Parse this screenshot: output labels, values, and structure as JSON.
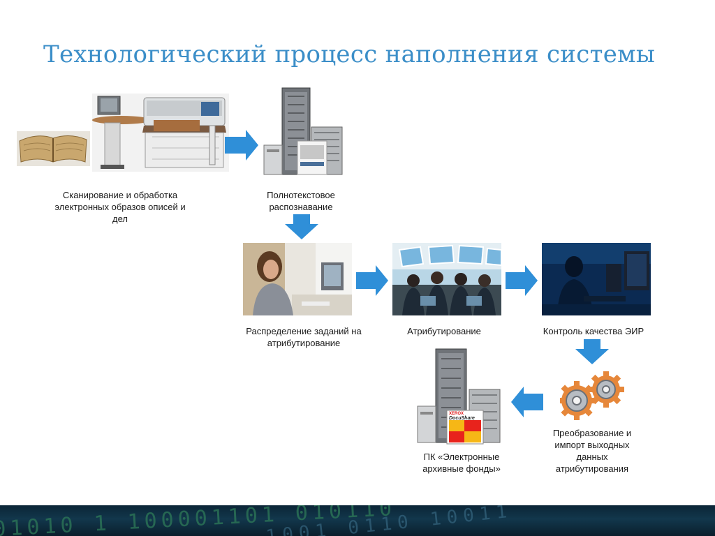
{
  "title": "Технологический процесс наполнения системы",
  "steps": [
    {
      "label": "Сканирование и обработка электронных образов описей и дел",
      "icon": "scanner-station-icon"
    },
    {
      "label": "Полнотекстовое распознавание",
      "icon": "recognition-server-icon"
    },
    {
      "label": "Распределение заданий на атрибутирование",
      "icon": "operator-at-computer-photo"
    },
    {
      "label": "Атрибутирование",
      "icon": "operators-room-photo"
    },
    {
      "label": "Контроль качества ЭИР",
      "icon": "quality-control-photo"
    },
    {
      "label": "Преобразование и импорт выходных данных атрибутирования",
      "icon": "gears-icon"
    },
    {
      "label": "ПК «Электронные архивные фонды»",
      "icon": "docushare-server-icon"
    }
  ],
  "box_text": {
    "xerox": "XEROX",
    "docushare": "DocuShare"
  },
  "footer": {
    "binary_1": "01010 1 100001101 010110",
    "binary_2": "1001 0110 10011"
  },
  "colors": {
    "title": "#3b8ec8",
    "arrow": "#2f8fd8",
    "footer": "#0b2536"
  }
}
